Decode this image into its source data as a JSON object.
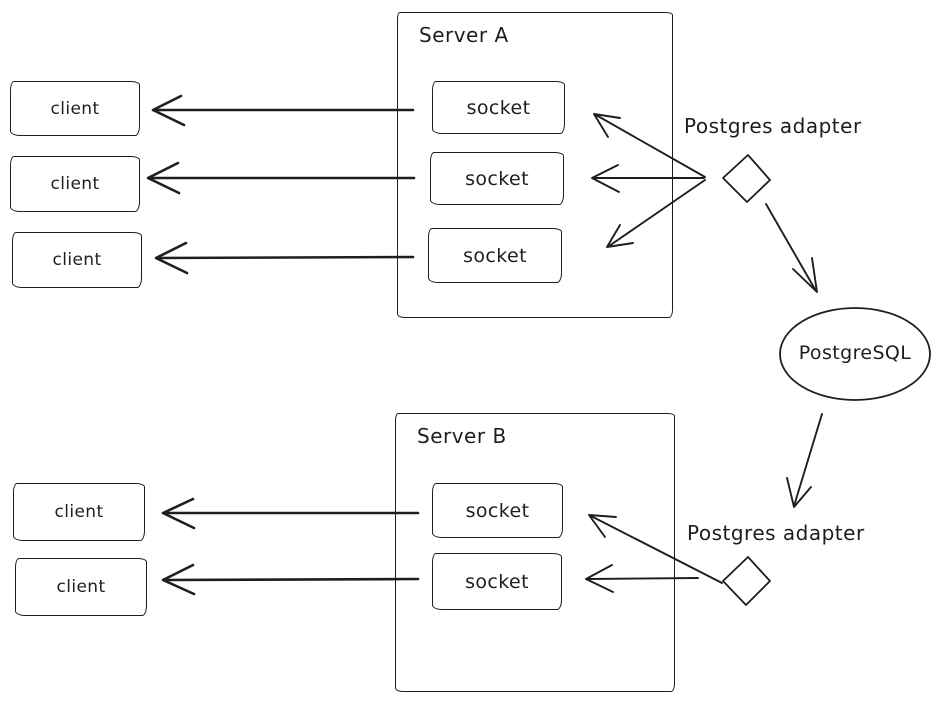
{
  "colors": {
    "ink": "#1e1e1e",
    "background": "#ffffff"
  },
  "top": {
    "server_title": "Server A",
    "sockets": [
      "socket",
      "socket",
      "socket"
    ],
    "clients": [
      "client",
      "client",
      "client"
    ],
    "adapter_label": "Postgres adapter"
  },
  "bottom": {
    "server_title": "Server B",
    "sockets": [
      "socket",
      "socket"
    ],
    "clients": [
      "client",
      "client"
    ],
    "adapter_label": "Postgres adapter"
  },
  "database_label": "PostgreSQL"
}
